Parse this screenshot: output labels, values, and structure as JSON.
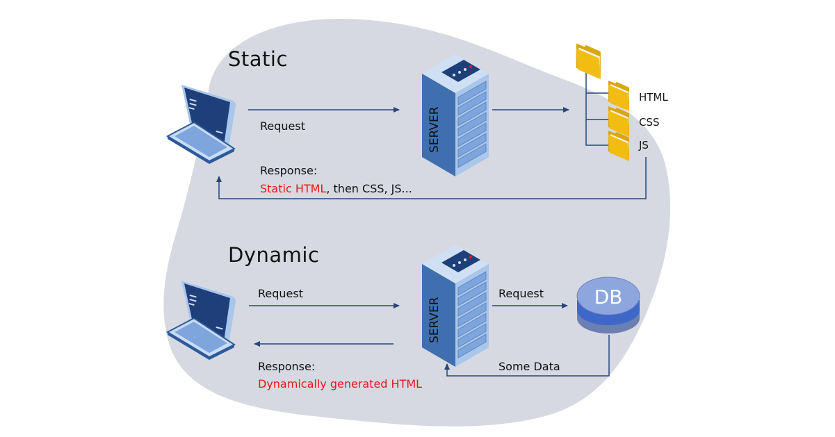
{
  "colors": {
    "blob": "#d6d9e1",
    "arrow": "#26457a",
    "accent_red": "#e5161d",
    "server_dark": "#1f3f7a",
    "server_mid": "#3f6fae",
    "server_light": "#a9c6eb",
    "folder": "#f2bd13",
    "db_top": "#8ea6de",
    "db_band": "#3e67c8",
    "db_bottom": "#6c7fb3"
  },
  "static_section": {
    "title": "Static",
    "request_label": "Request",
    "response_label": "Response:",
    "response_highlight": "Static HTML",
    "response_rest": ", then CSS, JS...",
    "server_label": "SERVER",
    "files": [
      "HTML",
      "CSS",
      "JS"
    ]
  },
  "dynamic_section": {
    "title": "Dynamic",
    "request_label": "Request",
    "response_label": "Response:",
    "response_highlight": "Dynamically generated HTML",
    "server_label": "SERVER",
    "db_request_label": "Request",
    "db_label": "DB",
    "db_return_label": "Some Data"
  }
}
